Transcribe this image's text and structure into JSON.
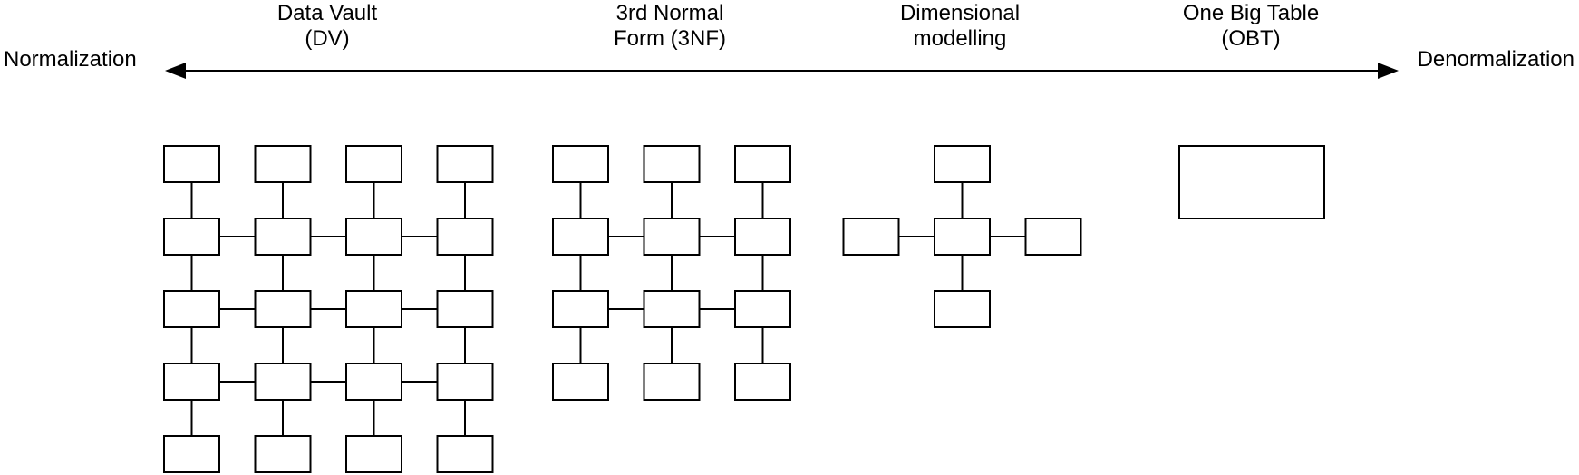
{
  "axis": {
    "left_label": "Normalization",
    "right_label": "Denormalization",
    "style": "double-headed-arrow"
  },
  "approaches": [
    {
      "id": "data-vault",
      "label_line1": "Data Vault",
      "label_line2": "(DV)",
      "schema_type": "grid",
      "rows": 5,
      "cols": 4
    },
    {
      "id": "third-normal-form",
      "label_line1": "3rd Normal",
      "label_line2": "Form (3NF)",
      "schema_type": "grid",
      "rows": 4,
      "cols": 3
    },
    {
      "id": "dimensional-modelling",
      "label_line1": "Dimensional",
      "label_line2": "modelling",
      "schema_type": "star",
      "satellite_count": 4
    },
    {
      "id": "one-big-table",
      "label_line1": "One Big Table",
      "label_line2": "(OBT)",
      "schema_type": "single"
    }
  ],
  "colors": {
    "stroke": "#000000",
    "box_fill": "#ffffff",
    "background": "#ffffff"
  }
}
